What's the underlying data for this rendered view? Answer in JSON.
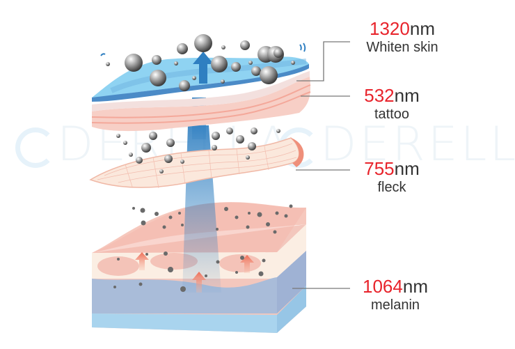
{
  "watermark": {
    "text": "DERELLA",
    "repeat": 2
  },
  "colors": {
    "wavelength_number": "#e8232b",
    "text": "#333333",
    "leader_line": "#777777",
    "beam": "#2f7fc1"
  },
  "labels": [
    {
      "wavelength": "1320",
      "unit": "nm",
      "description": "Whiten skin",
      "layer": "top-blue-surface"
    },
    {
      "wavelength": "532",
      "unit": "nm",
      "description": "tattoo",
      "layer": "epidermis-pink"
    },
    {
      "wavelength": "755",
      "unit": "nm",
      "description": "fleck",
      "layer": "mesh-layer"
    },
    {
      "wavelength": "1064",
      "unit": "nm",
      "description": "melanin",
      "layer": "dermis-block"
    }
  ]
}
